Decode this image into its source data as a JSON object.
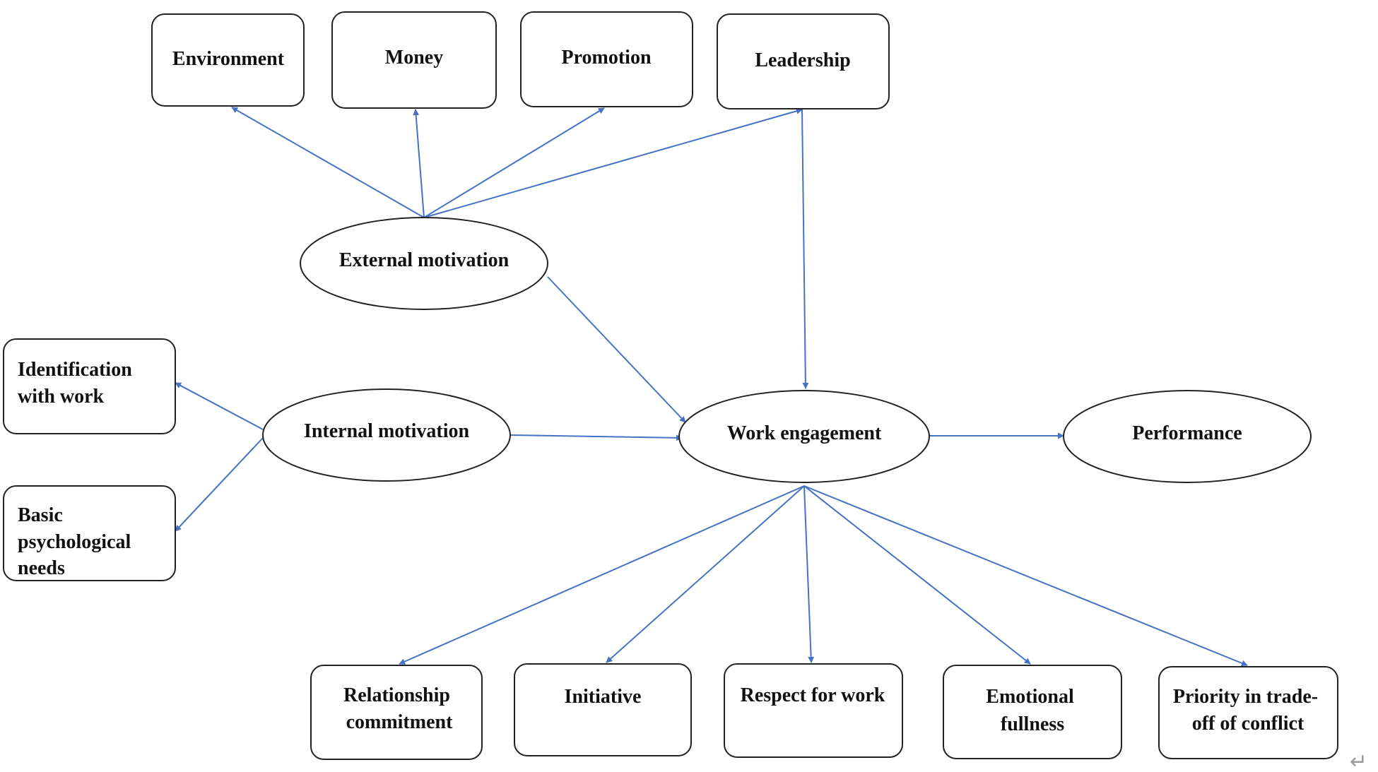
{
  "colors": {
    "arrow": "#4472C4",
    "border": "#222222",
    "text": "#111111"
  },
  "nodes": {
    "environment": {
      "lines": [
        "Environment"
      ]
    },
    "money": {
      "lines": [
        "Money"
      ]
    },
    "promotion": {
      "lines": [
        "Promotion"
      ]
    },
    "leadership": {
      "lines": [
        "Leadership"
      ]
    },
    "external_motivation": {
      "lines": [
        "External motivation"
      ]
    },
    "identification": {
      "lines": [
        "Identification",
        "with work"
      ]
    },
    "basic_needs": {
      "lines": [
        "Basic",
        "psychological",
        "needs"
      ]
    },
    "internal_motivation": {
      "lines": [
        "Internal motivation"
      ]
    },
    "work_engagement": {
      "lines": [
        "Work engagement"
      ]
    },
    "performance": {
      "lines": [
        "Performance"
      ]
    },
    "relationship": {
      "lines": [
        "Relationship",
        "commitment"
      ]
    },
    "initiative": {
      "lines": [
        "Initiative"
      ]
    },
    "respect": {
      "lines": [
        "Respect for work"
      ]
    },
    "emotional": {
      "lines": [
        "Emotional",
        "fullness"
      ]
    },
    "priority": {
      "lines": [
        "Priority in trade-",
        "off of conflict"
      ]
    }
  },
  "corner_mark": "↵"
}
